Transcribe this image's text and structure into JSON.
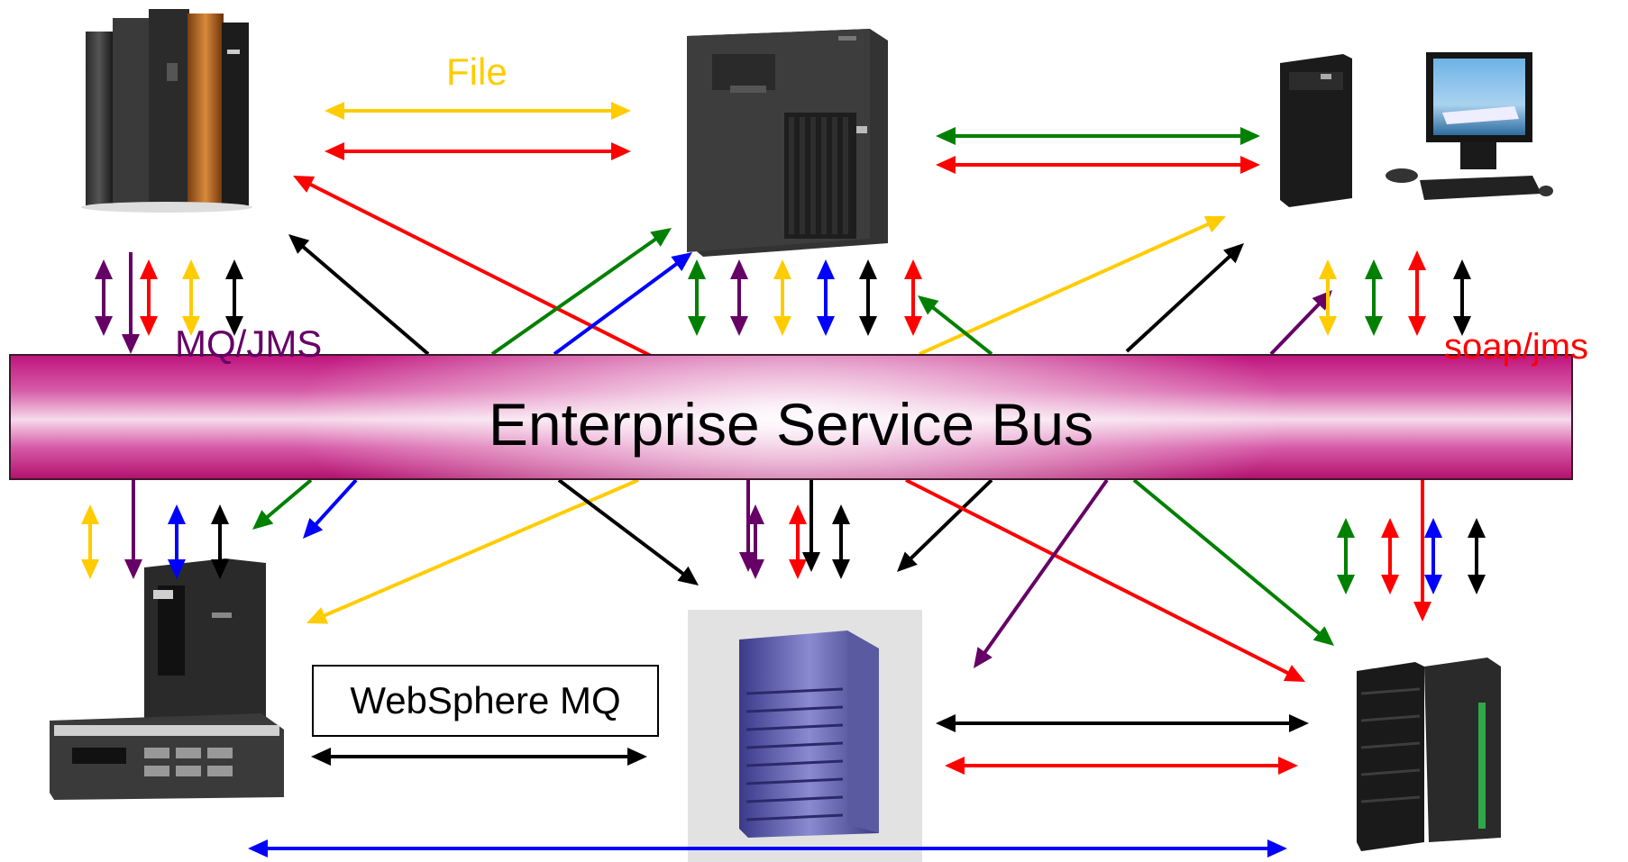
{
  "labels": {
    "file": "File",
    "mq_jms": "MQ/JMS",
    "soap_jms": "soap/jms",
    "esb_title": "Enterprise Service Bus",
    "websphere_mq": "WebSphere MQ"
  },
  "colors": {
    "file": "#ffcc00",
    "red": "#ff0000",
    "green": "#008000",
    "blue": "#0000ff",
    "black": "#000000",
    "purple": "#660066",
    "mq_label": "#660066",
    "soap_label": "#ff0000"
  },
  "nodes": [
    {
      "id": "mainframe-ibm-left",
      "icon": "mainframe-icon"
    },
    {
      "id": "tower-server-ibm",
      "icon": "tower-server-icon"
    },
    {
      "id": "desktop-workstation",
      "icon": "desktop-computer-icon"
    },
    {
      "id": "ibm-power-server",
      "icon": "server-icon"
    },
    {
      "id": "sun-server",
      "icon": "sun-server-icon"
    },
    {
      "id": "mainframe-zseries",
      "icon": "mainframe-icon"
    }
  ]
}
